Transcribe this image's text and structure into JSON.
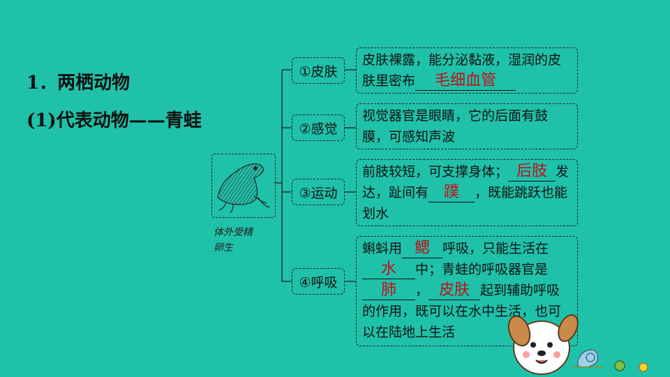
{
  "heading": {
    "line1": "1．两栖动物",
    "line2": "(1)代表动物——青蛙"
  },
  "frog": {
    "caption_line1": "体外受精",
    "caption_line2": "卵生"
  },
  "rows": [
    {
      "label": "①皮肤",
      "text_a": "皮肤裸露，能分泌黏液，湿润的皮肤里密布",
      "blank_1": "毛细血管"
    },
    {
      "label": "②感觉",
      "text_a": "视觉器官是眼睛，它的后面有鼓膜，可感知声波"
    },
    {
      "label": "③运动",
      "text_a": "前肢较短，可支撑身体；",
      "blank_1": "后肢",
      "text_b": "发达，趾间有",
      "blank_2": "蹼",
      "text_c": "，既能跳跃也能划水"
    },
    {
      "label": "④呼吸",
      "text_a": "蝌蚪用",
      "blank_1": "鳃",
      "text_b": "呼吸，只能生活在",
      "blank_2": "水",
      "text_c": "中；青蛙的呼吸器官是",
      "blank_3": "肺",
      "text_d": "，",
      "blank_4": "皮肤",
      "text_e": "起到辅助呼吸的作用，既可以在水中生活，也可以在陆地上生活"
    }
  ],
  "colors": {
    "background": "#1fc1a9",
    "answer": "#c0101a"
  }
}
